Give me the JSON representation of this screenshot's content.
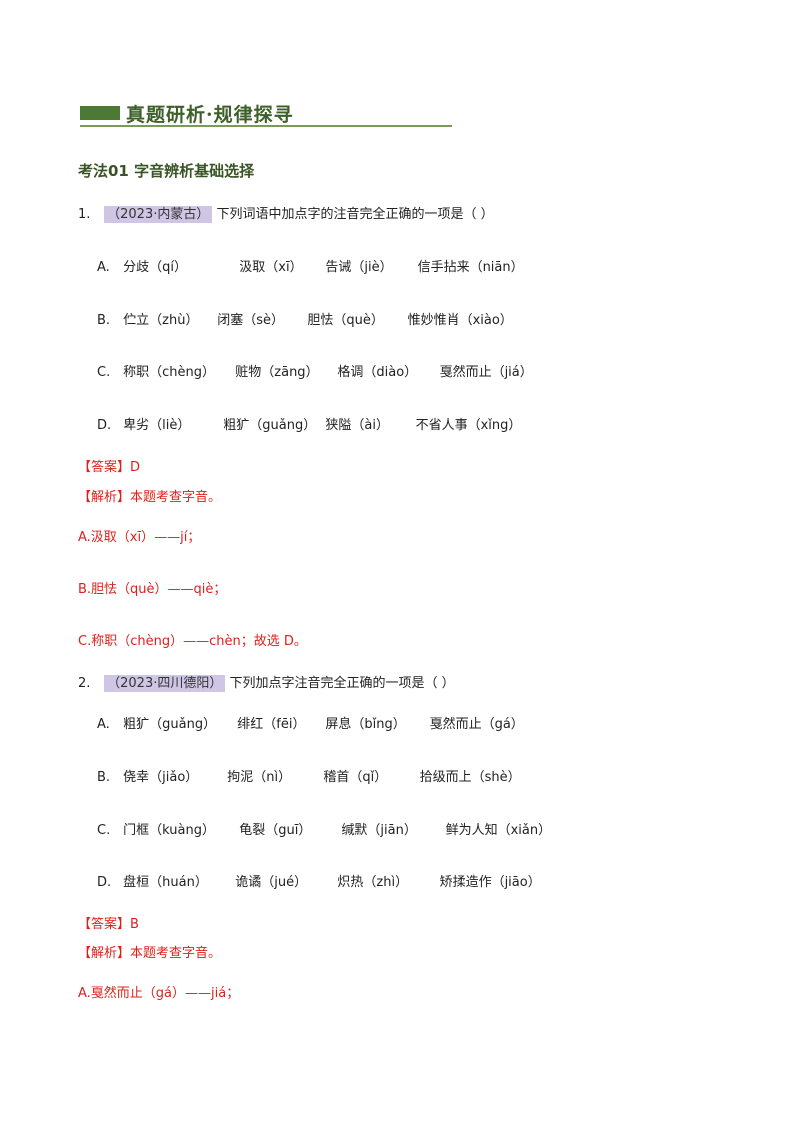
{
  "banner": {
    "title": "真题研析·规律探寻"
  },
  "section_title": "考法01  字音辨析基础选择",
  "q1": {
    "number": "1.",
    "source": "（2023·内蒙古）",
    "stem": "下列词语中加点字的注音完全正确的一项是（    ）",
    "options": [
      {
        "letter": "A.",
        "items": [
          "分歧（qí）",
          "汲取（xī）",
          "告诫（jiè）",
          "信手拈来（niān）"
        ]
      },
      {
        "letter": "B.",
        "items": [
          "伫立（zhù）",
          "闭塞（sè）",
          "胆怯（què）",
          "惟妙惟肖（xiào）"
        ]
      },
      {
        "letter": "C.",
        "items": [
          "称职（chèng）",
          "赃物（zāng）",
          "格调（diào）",
          "戛然而止（jiá）"
        ]
      },
      {
        "letter": "D.",
        "items": [
          "卑劣（liè）",
          "粗犷（guǎng）",
          "狭隘（ài）",
          "不省人事（xǐng）"
        ]
      }
    ],
    "answer": "【答案】D",
    "analysis": "【解析】本题考查字音。",
    "notes": [
      "A.汲取（xī）——jí；",
      "B.胆怯（què）——qiè；",
      "C.称职（chèng）——chèn；故选 D。"
    ]
  },
  "q2": {
    "number": "2.",
    "source": "（2023·四川德阳）",
    "stem": "下列加点字注音完全正确的一项是（    ）",
    "options": [
      {
        "letter": "A.",
        "items": [
          "粗犷（guǎng）",
          "绯红（fēi）",
          "屏息（bǐng）",
          "戛然而止（gá）"
        ]
      },
      {
        "letter": "B.",
        "items": [
          "侥幸（jiǎo）",
          "拘泥（nì）",
          "稽首（qǐ）",
          "拾级而上（shè）"
        ]
      },
      {
        "letter": "C.",
        "items": [
          "门框（kuàng）",
          "龟裂（guī）",
          "缄默（jiān）",
          "鲜为人知（xiǎn）"
        ]
      },
      {
        "letter": "D.",
        "items": [
          "盘桓（huán）",
          "诡谲（jué）",
          "炽热（zhì）",
          "矫揉造作（jiāo）"
        ]
      }
    ],
    "answer": "【答案】B",
    "analysis": "【解析】本题考查字音。",
    "notes": [
      "A.戛然而止（gá）——jiá；"
    ]
  }
}
